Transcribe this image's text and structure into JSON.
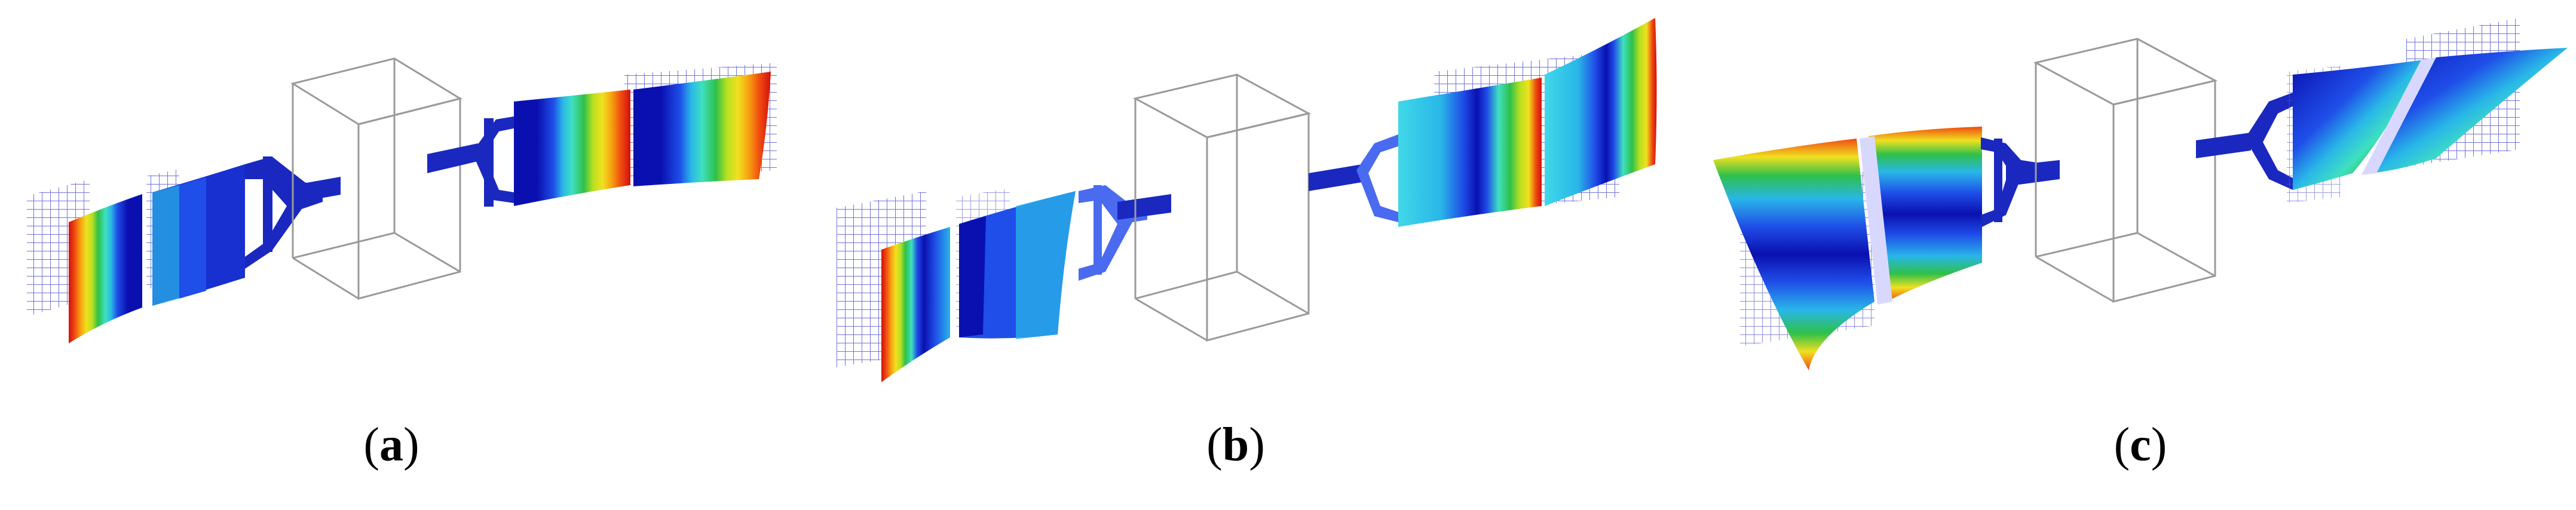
{
  "figure": {
    "panels": [
      {
        "id": "a",
        "caption_open": "(",
        "caption_letter": "a",
        "caption_close": ")"
      },
      {
        "id": "b",
        "caption_open": "(",
        "caption_letter": "b",
        "caption_close": ")"
      },
      {
        "id": "c",
        "caption_open": "(",
        "caption_letter": "c",
        "caption_close": ")"
      }
    ],
    "colors": {
      "body_outline": "#9a9a9a",
      "mesh": "#5a5ad8",
      "structure": "#1a28c0",
      "contour_scale": [
        "#0a10b0",
        "#1f4ee8",
        "#29b6e8",
        "#3fe0c0",
        "#2ec04a",
        "#b8e020",
        "#f0e020",
        "#f7a010",
        "#ef4a10",
        "#d01010"
      ]
    }
  }
}
